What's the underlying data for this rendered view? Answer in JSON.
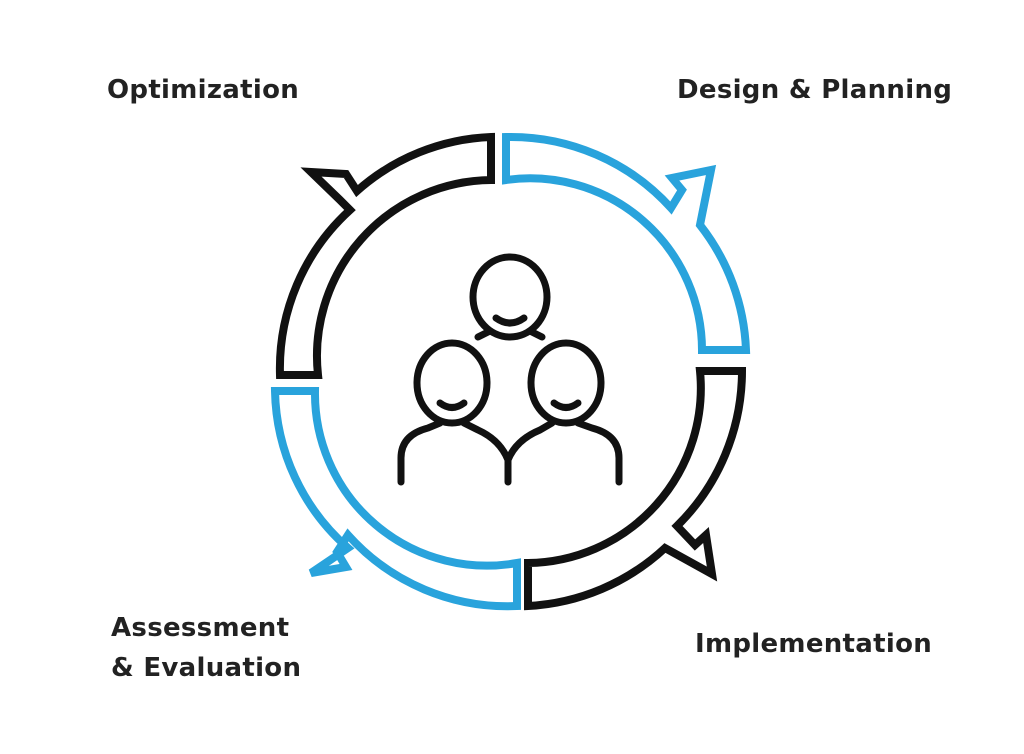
{
  "colors": {
    "background": "#ffffff",
    "accent_blue": "#29a3dc",
    "dark": "#111111",
    "label_text": "#222222"
  },
  "stages": {
    "design": {
      "label": "Design & Planning",
      "color": "#29a3dc",
      "icon": "arrow-icon"
    },
    "implementation": {
      "label": "Implementation",
      "color": "#111111",
      "icon": "arrow-icon"
    },
    "assessment": {
      "label_line1": "Assessment",
      "label_line2": "& Evaluation",
      "color": "#29a3dc",
      "icon": "arrow-icon"
    },
    "optimization": {
      "label": "Optimization",
      "color": "#111111",
      "icon": "arrow-icon"
    }
  },
  "center": {
    "icon": "people-group-icon"
  }
}
